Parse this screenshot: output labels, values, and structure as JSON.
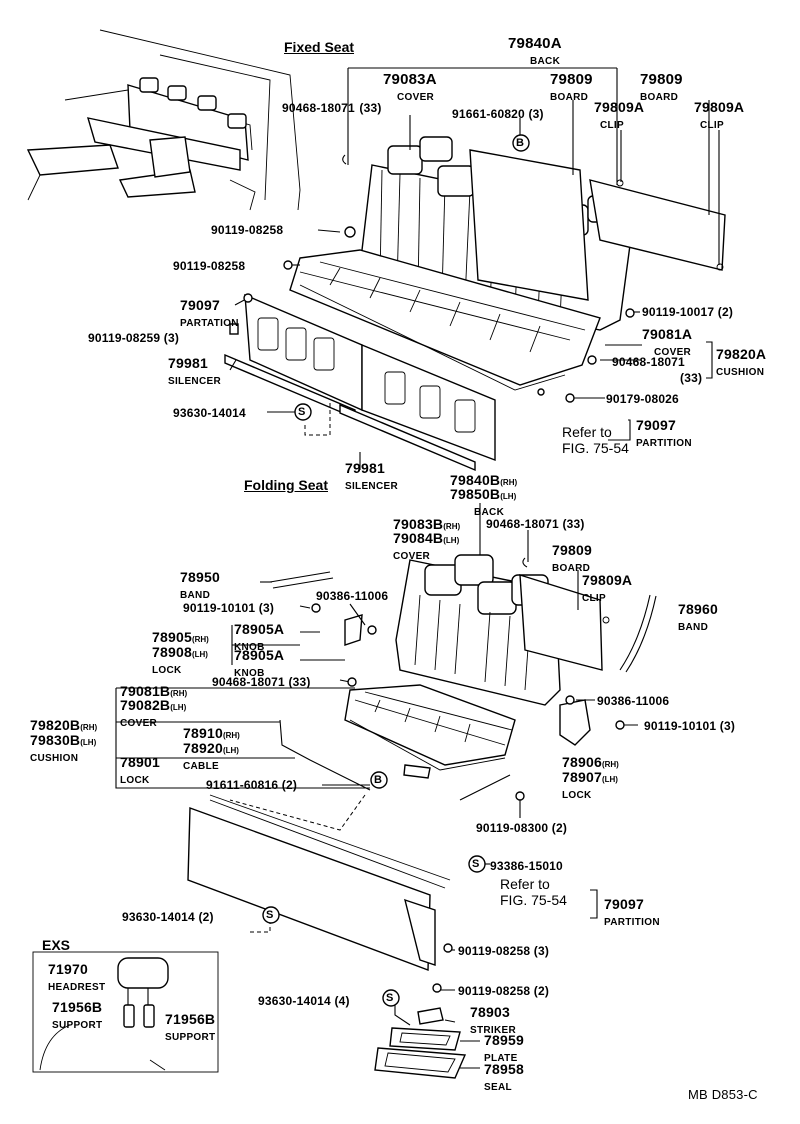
{
  "diagram_code": "MB D853-C",
  "sections": {
    "fixed": "Fixed Seat",
    "folding": "Folding Seat",
    "exs": "EXS"
  },
  "labels": [
    {
      "id": "l01",
      "num": "79840A",
      "name": "BACK"
    },
    {
      "id": "l02",
      "num": "79083A",
      "name": "COVER"
    },
    {
      "id": "l03",
      "num": "90468-18071",
      "name": "",
      "suffix": "(33)"
    },
    {
      "id": "l04",
      "num": "91661-60820 (3)",
      "name": ""
    },
    {
      "id": "l05",
      "num": "79809",
      "name": "BOARD"
    },
    {
      "id": "l06",
      "num": "79809",
      "name": "BOARD"
    },
    {
      "id": "l07",
      "num": "79809A",
      "name": "CLIP"
    },
    {
      "id": "l08",
      "num": "79809A",
      "name": "CLIP"
    },
    {
      "id": "l09",
      "num": "90119-08258",
      "name": ""
    },
    {
      "id": "l10",
      "num": "90119-08258",
      "name": ""
    },
    {
      "id": "l11",
      "num": "79097",
      "name": "PARTATION"
    },
    {
      "id": "l12",
      "num": "90119-08259 (3)",
      "name": ""
    },
    {
      "id": "l13",
      "num": "79981",
      "name": "SILENCER"
    },
    {
      "id": "l14",
      "num": "93630-14014",
      "name": ""
    },
    {
      "id": "l15",
      "num": "90119-10017 (2)",
      "name": ""
    },
    {
      "id": "l16",
      "num": "79081A",
      "name": "COVER"
    },
    {
      "id": "l17",
      "num": "90468-18071",
      "name": "",
      "suffix": "(33)"
    },
    {
      "id": "l18",
      "num": "79820A",
      "name": "CUSHION"
    },
    {
      "id": "l19",
      "num": "90179-08026",
      "name": ""
    },
    {
      "id": "l20",
      "num": "79097",
      "name": "PARTITION"
    },
    {
      "id": "l21",
      "num": "79981",
      "name": "SILENCER"
    },
    {
      "id": "l22",
      "num": "79840B",
      "sfx": "(RH)",
      "name": ""
    },
    {
      "id": "l23",
      "num": "79850B",
      "sfx": "(LH)",
      "name": "BACK"
    },
    {
      "id": "l24",
      "num": "79083B",
      "sfx": "(RH)",
      "name": ""
    },
    {
      "id": "l25",
      "num": "79084B",
      "sfx": "(LH)",
      "name": "COVER"
    },
    {
      "id": "l26",
      "num": "90468-18071 (33)",
      "name": ""
    },
    {
      "id": "l27",
      "num": "79809",
      "name": "BOARD"
    },
    {
      "id": "l28",
      "num": "79809A",
      "name": "CLIP"
    },
    {
      "id": "l29",
      "num": "78950",
      "name": "BAND"
    },
    {
      "id": "l30",
      "num": "90119-10101 (3)",
      "name": ""
    },
    {
      "id": "l31",
      "num": "90386-11006",
      "name": ""
    },
    {
      "id": "l32",
      "num": "78960",
      "name": "BAND"
    },
    {
      "id": "l33",
      "num": "78905",
      "sfx": "(RH)",
      "name": ""
    },
    {
      "id": "l34",
      "num": "78908",
      "sfx": "(LH)",
      "name": "LOCK"
    },
    {
      "id": "l35",
      "num": "78905A",
      "name": "KNOB"
    },
    {
      "id": "l36",
      "num": "78905A",
      "name": "KNOB"
    },
    {
      "id": "l37",
      "num": "90468-18071 (33)",
      "name": ""
    },
    {
      "id": "l38",
      "num": "90386-11006",
      "name": ""
    },
    {
      "id": "l39",
      "num": "90119-10101 (3)",
      "name": ""
    },
    {
      "id": "l40",
      "num": "79081B",
      "sfx": "(RH)",
      "name": ""
    },
    {
      "id": "l41",
      "num": "79082B",
      "sfx": "(LH)",
      "name": "COVER"
    },
    {
      "id": "l42",
      "num": "79820B",
      "sfx": "(RH)",
      "name": ""
    },
    {
      "id": "l43",
      "num": "79830B",
      "sfx": "(LH)",
      "name": "CUSHION"
    },
    {
      "id": "l44",
      "num": "78910",
      "sfx": "(RH)",
      "name": ""
    },
    {
      "id": "l45",
      "num": "78920",
      "sfx": "(LH)",
      "name": "CABLE"
    },
    {
      "id": "l46",
      "num": "78901",
      "name": "LOCK"
    },
    {
      "id": "l47",
      "num": "78906",
      "sfx": "(RH)",
      "name": ""
    },
    {
      "id": "l48",
      "num": "78907",
      "sfx": "(LH)",
      "name": "LOCK"
    },
    {
      "id": "l49",
      "num": "91611-60816 (2)",
      "name": ""
    },
    {
      "id": "l50",
      "num": "90119-08300 (2)",
      "name": ""
    },
    {
      "id": "l51",
      "num": "93386-15010",
      "name": ""
    },
    {
      "id": "l52",
      "num": "79097",
      "name": "PARTITION"
    },
    {
      "id": "l53",
      "num": "93630-14014 (2)",
      "name": ""
    },
    {
      "id": "l54",
      "num": "90119-08258 (3)",
      "name": ""
    },
    {
      "id": "l55",
      "num": "90119-08258 (2)",
      "name": ""
    },
    {
      "id": "l56",
      "num": "93630-14014 (4)",
      "name": ""
    },
    {
      "id": "l57",
      "num": "78903",
      "name": "STRIKER"
    },
    {
      "id": "l58",
      "num": "78959",
      "name": "PLATE"
    },
    {
      "id": "l59",
      "num": "78958",
      "name": "SEAL"
    },
    {
      "id": "l60",
      "num": "71970",
      "name": "HEADREST"
    },
    {
      "id": "l61",
      "num": "71956B",
      "name": "SUPPORT"
    },
    {
      "id": "l62",
      "num": "71956B",
      "name": "SUPPORT"
    }
  ],
  "refs": {
    "ref1_a": "Refer to",
    "ref1_b": "FIG. 75-54",
    "ref2_a": "Refer to",
    "ref2_b": "FIG. 75-54"
  },
  "markers": {
    "b": "B",
    "s": "S"
  }
}
